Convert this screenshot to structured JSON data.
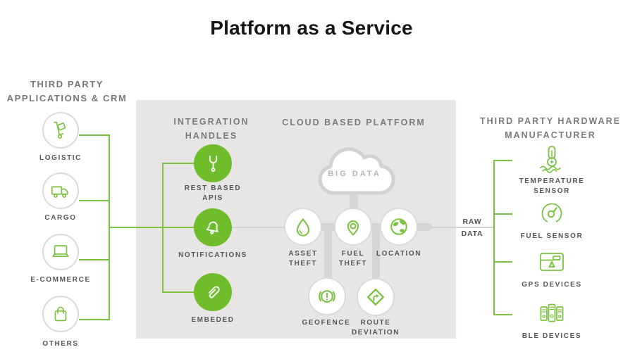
{
  "title": "Platform as a Service",
  "colors": {
    "accent_green_fill": "#70bd2b",
    "line_green": "#7cc242",
    "panel_gray": "#e7e6e4",
    "connector_gray": "#d5d5d3",
    "circle_border_gray": "#dadad8",
    "header_text": "#7a7b7d",
    "label_text": "#55565a",
    "cloud_text": "#b5b5b3",
    "title_text": "#161616"
  },
  "left_section": {
    "header_line1": "THIRD PARTY",
    "header_line2": "APPLICATIONS & CRM",
    "items": [
      {
        "label": "LOGISTIC",
        "icon": "hand-truck-icon"
      },
      {
        "label": "CARGO",
        "icon": "truck-icon"
      },
      {
        "label": "E-COMMERCE",
        "icon": "laptop-icon"
      },
      {
        "label": "OTHERS",
        "icon": "shopping-bag-icon"
      }
    ]
  },
  "integration": {
    "header_line1": "INTEGRATION",
    "header_line2": "HANDLES",
    "items": [
      {
        "line1": "REST BASED",
        "line2": "APIS",
        "icon": "wrench-icon"
      },
      {
        "line1": "NOTIFICATIONS",
        "icon": "bell-icon"
      },
      {
        "line1": "EMBEDED",
        "icon": "paperclip-icon"
      }
    ]
  },
  "cloud_platform": {
    "header": "CLOUD BASED PLATFORM",
    "cloud_label": "BIG DATA",
    "features": [
      {
        "line1": "ASSET",
        "line2": "THEFT",
        "icon": "drop-icon"
      },
      {
        "line1": "FUEL",
        "line2": "THEFT",
        "icon": "location-pin-icon"
      },
      {
        "line1": "LOCATION",
        "icon": "globe-icon"
      },
      {
        "line1": "GEOFENCE",
        "icon": "brake-alert-icon"
      },
      {
        "line1": "ROUTE",
        "line2": "DEVIATION",
        "icon": "turn-sign-icon"
      }
    ]
  },
  "raw_data": {
    "line1": "RAW",
    "line2": "DATA"
  },
  "right_section": {
    "header_line1": "THIRD PARTY HARDWARE",
    "header_line2": "MANUFACTURER",
    "items": [
      {
        "line1": "TEMPERATURE",
        "line2": "SENSOR",
        "icon": "thermometer-icon"
      },
      {
        "line1": "FUEL SENSOR",
        "icon": "gauge-icon"
      },
      {
        "line1": "GPS DEVICES",
        "icon": "gps-device-icon"
      },
      {
        "line1": "BLE DEVICES",
        "icon": "ble-beacon-icon"
      }
    ]
  }
}
